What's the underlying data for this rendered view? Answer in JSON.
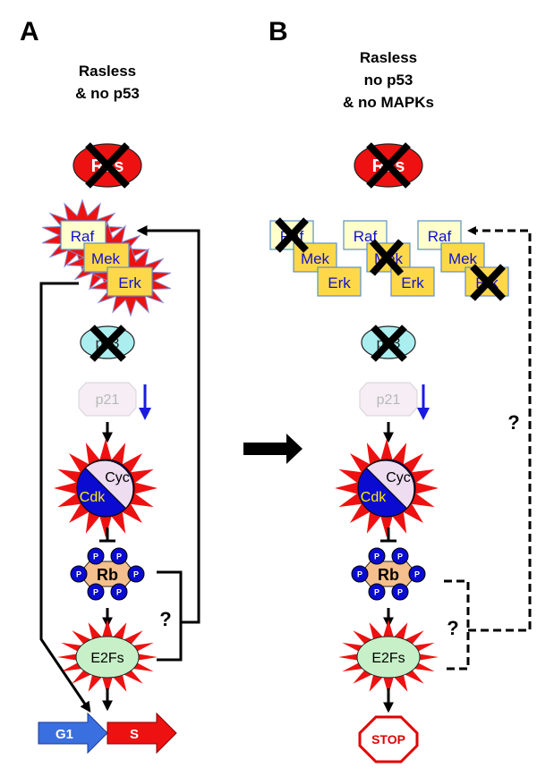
{
  "panels": {
    "a": {
      "letter": "A",
      "title_lines": [
        "Rasless",
        "& no p53"
      ],
      "ras": {
        "label": "Ras",
        "knocked_out": true
      },
      "kinases": [
        {
          "label": "Raf",
          "active": true
        },
        {
          "label": "Mek",
          "active": true
        },
        {
          "label": "Erk",
          "active": true
        }
      ],
      "p53": {
        "label": "p53",
        "knocked_out": true
      },
      "p21": {
        "label": "p21",
        "trend": "down"
      },
      "cyclin": "Cyc",
      "cdk": "Cdk",
      "rb": {
        "label": "Rb",
        "phospho": "P"
      },
      "e2f": "E2Fs",
      "phases": {
        "g1": "G1",
        "s": "S"
      },
      "question": "?"
    },
    "b": {
      "letter": "B",
      "title_lines": [
        "Rasless",
        "no p53",
        "& no MAPKs"
      ],
      "ras": {
        "label": "Ras",
        "knocked_out": true
      },
      "kinase_sets": [
        [
          {
            "label": "Raf",
            "knocked_out": true
          },
          {
            "label": "Mek"
          },
          {
            "label": "Erk"
          }
        ],
        [
          {
            "label": "Raf"
          },
          {
            "label": "Mek",
            "knocked_out": true
          },
          {
            "label": "Erk"
          }
        ],
        [
          {
            "label": "Raf"
          },
          {
            "label": "Mek"
          },
          {
            "label": "Erk",
            "knocked_out": true
          }
        ]
      ],
      "p53": {
        "label": "p53",
        "knocked_out": true
      },
      "p21": {
        "label": "p21",
        "trend": "down"
      },
      "cyclin": "Cyc",
      "cdk": "Cdk",
      "rb": {
        "label": "Rb",
        "phospho": "P"
      },
      "e2f": "E2Fs",
      "stop": "STOP",
      "question_upper": "?",
      "question_lower": "?"
    }
  },
  "colors": {
    "ras_red": "#ee1111",
    "burst_red": "#ee1111",
    "raf_fill": "#ffffcc",
    "mek_erk_fill": "#ffd84a",
    "kinase_text": "#1010d0",
    "p53_fill": "#aaeef0",
    "p21_fill": "#f6eef4",
    "cyc_fill": "#eedcf0",
    "cdk_fill": "#0a0ad0",
    "rb_fill": "#f4bf8c",
    "phospho_fill": "#0a0ad0",
    "e2f_fill": "#c8f0c8",
    "g1_blue": "#3a6fe0",
    "s_red": "#ee1111",
    "down_arrow_blue": "#1a1ae0"
  }
}
